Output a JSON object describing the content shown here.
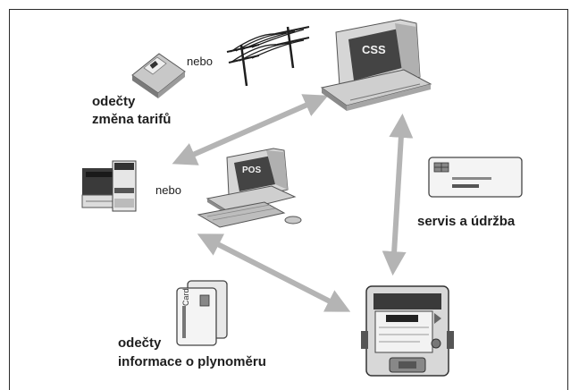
{
  "labels": {
    "nebo_top": "nebo",
    "nebo_middle": "nebo",
    "readings_tariff_line1": "odečty",
    "readings_tariff_line2": "změna tarifů",
    "service": "servis a údržba",
    "readings_info_line1": "odečty",
    "readings_info_line2": "informace o plynoměru",
    "css_screen": "CSS",
    "pos_screen": "POS",
    "card_text": "Card"
  },
  "icons": [
    "floppy-disk-icon",
    "power-line-icon",
    "css-computer-icon",
    "handheld-terminal-icon",
    "pos-computer-icon",
    "service-card-icon",
    "customer-cards-icon",
    "gas-meter-icon"
  ],
  "colors": {
    "arrow": "#b4b4b4",
    "device_dark": "#444444",
    "device_light": "#e4e4e4",
    "frame": "#2a2a2a"
  }
}
